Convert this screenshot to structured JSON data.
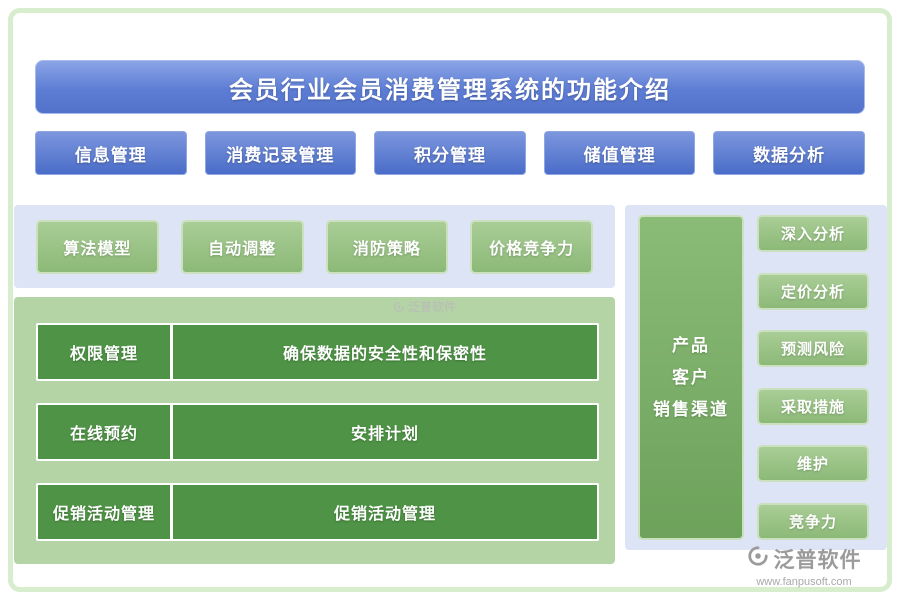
{
  "title": "会员行业会员消费管理系统的功能介绍",
  "top_nav": {
    "buttons": [
      {
        "label": "信息管理"
      },
      {
        "label": "消费记录管理"
      },
      {
        "label": "积分管理"
      },
      {
        "label": "储值管理"
      },
      {
        "label": "数据分析"
      }
    ]
  },
  "feature_row": {
    "buttons": [
      {
        "label": "算法模型"
      },
      {
        "label": "自动调整"
      },
      {
        "label": "消防策略"
      },
      {
        "label": "价格竞争力"
      }
    ]
  },
  "detail_rows": [
    {
      "label": "权限管理",
      "desc": "确保数据的安全性和保密性"
    },
    {
      "label": "在线预约",
      "desc": "安排计划"
    },
    {
      "label": "促销活动管理",
      "desc": "促销活动管理"
    }
  ],
  "right_panel": {
    "category_lines": [
      "产品",
      "客户",
      "销售渠道"
    ],
    "buttons": [
      {
        "label": "深入分析"
      },
      {
        "label": "定价分析"
      },
      {
        "label": "预测风险"
      },
      {
        "label": "采取措施"
      },
      {
        "label": "维护"
      },
      {
        "label": "竞争力"
      }
    ]
  },
  "watermark": {
    "brand": "泛普软件"
  },
  "footer": {
    "brand": "泛普软件",
    "url": "www.fanpusoft.com"
  },
  "colors": {
    "banner_blue": "#5d7dd5",
    "button_blue": "#4a6cc8",
    "panel_lavender": "#dce4f6",
    "panel_green": "#b4d4a5",
    "button_green": "#8cb978",
    "row_green": "#4f9446",
    "frame_green": "#d8ecce",
    "text_white": "#ffffff",
    "footer_grey": "#9b9b9b"
  }
}
